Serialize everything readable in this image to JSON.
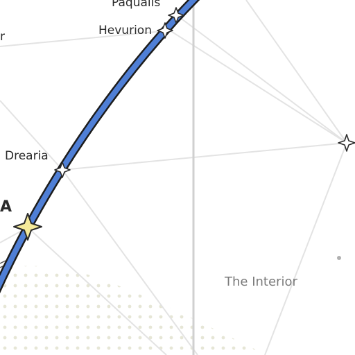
{
  "map": {
    "colors": {
      "background": "#ffffff",
      "route_fill": "#4f7fd6",
      "route_outline": "#1c1c1c",
      "connection_line": "#e3e3e3",
      "border_line": "#d0d0d0",
      "dot_pattern": "#e6e6d6",
      "capital_star": "#f5ea9a",
      "city_star": "#ffffff"
    },
    "labels": {
      "paqualis": "Paqualis",
      "hevurion": "Hevurion",
      "drearia": "Drearia",
      "capital_partial": "A",
      "partial_left": "r",
      "region": "The Interior"
    },
    "icons": {
      "city_marker": "four-point-star-icon",
      "capital_marker": "capital-star-icon",
      "minor_marker": "dot-icon"
    }
  }
}
